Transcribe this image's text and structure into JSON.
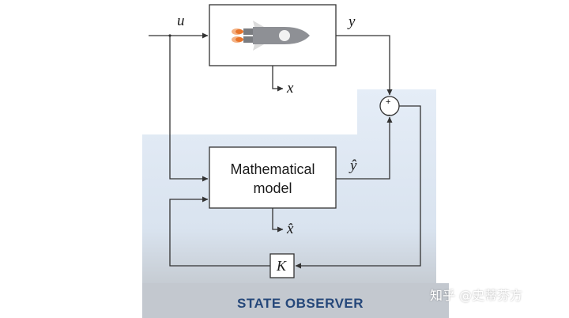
{
  "diagram": {
    "caption": "STATE OBSERVER",
    "model_block_line1": "Mathematical",
    "model_block_line2": "model",
    "gain_block": "K",
    "input_label": "u",
    "output_label": "y",
    "estimated_output_label": "ŷ",
    "state_label": "x",
    "estimated_state_label": "x̂",
    "sum_plus": "+",
    "sum_minus": "−",
    "plant_icon": "rocket-icon"
  },
  "watermark": "知乎 @史蒂芬方",
  "colors": {
    "observer_panel_top": "#e3ebf6",
    "observer_panel_bottom": "#c9ced5",
    "caption": "#26487a",
    "line": "#333333",
    "rocket_body": "#8a8c90",
    "rocket_flame": "#e8742a"
  }
}
